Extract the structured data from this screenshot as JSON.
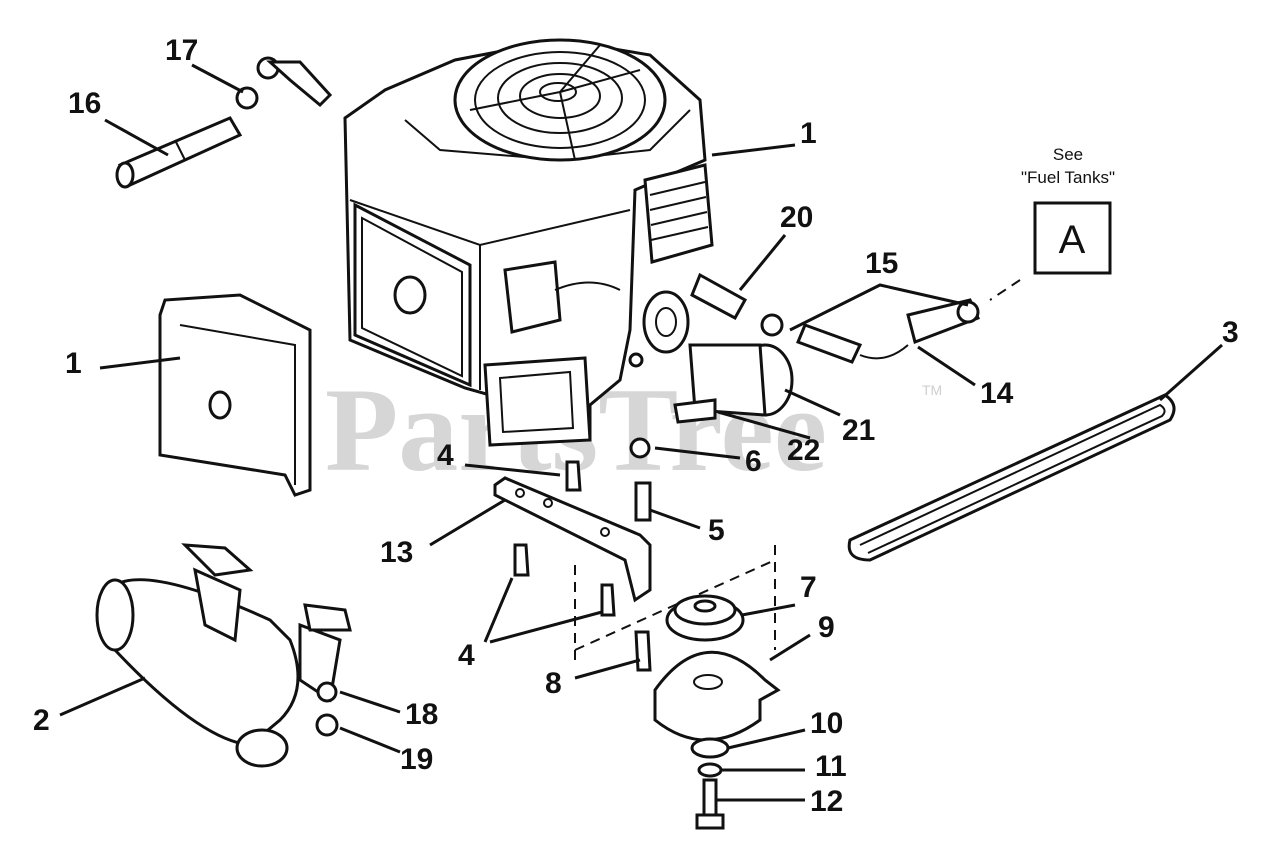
{
  "diagram": {
    "watermark": "PartsTree",
    "watermark_tm": "TM",
    "reference_note_line1": "See",
    "reference_note_line2": "\"Fuel Tanks\"",
    "reference_box_letter": "A",
    "callouts": {
      "c1_top": "1",
      "c1_left": "1",
      "c2": "2",
      "c3": "3",
      "c4_top": "4",
      "c4_bottom": "4",
      "c5": "5",
      "c6": "6",
      "c7": "7",
      "c8": "8",
      "c9": "9",
      "c10": "10",
      "c11": "11",
      "c12": "12",
      "c13": "13",
      "c14": "14",
      "c15": "15",
      "c16": "16",
      "c17": "17",
      "c18": "18",
      "c19": "19",
      "c20": "20",
      "c21": "21",
      "c22": "22"
    }
  }
}
